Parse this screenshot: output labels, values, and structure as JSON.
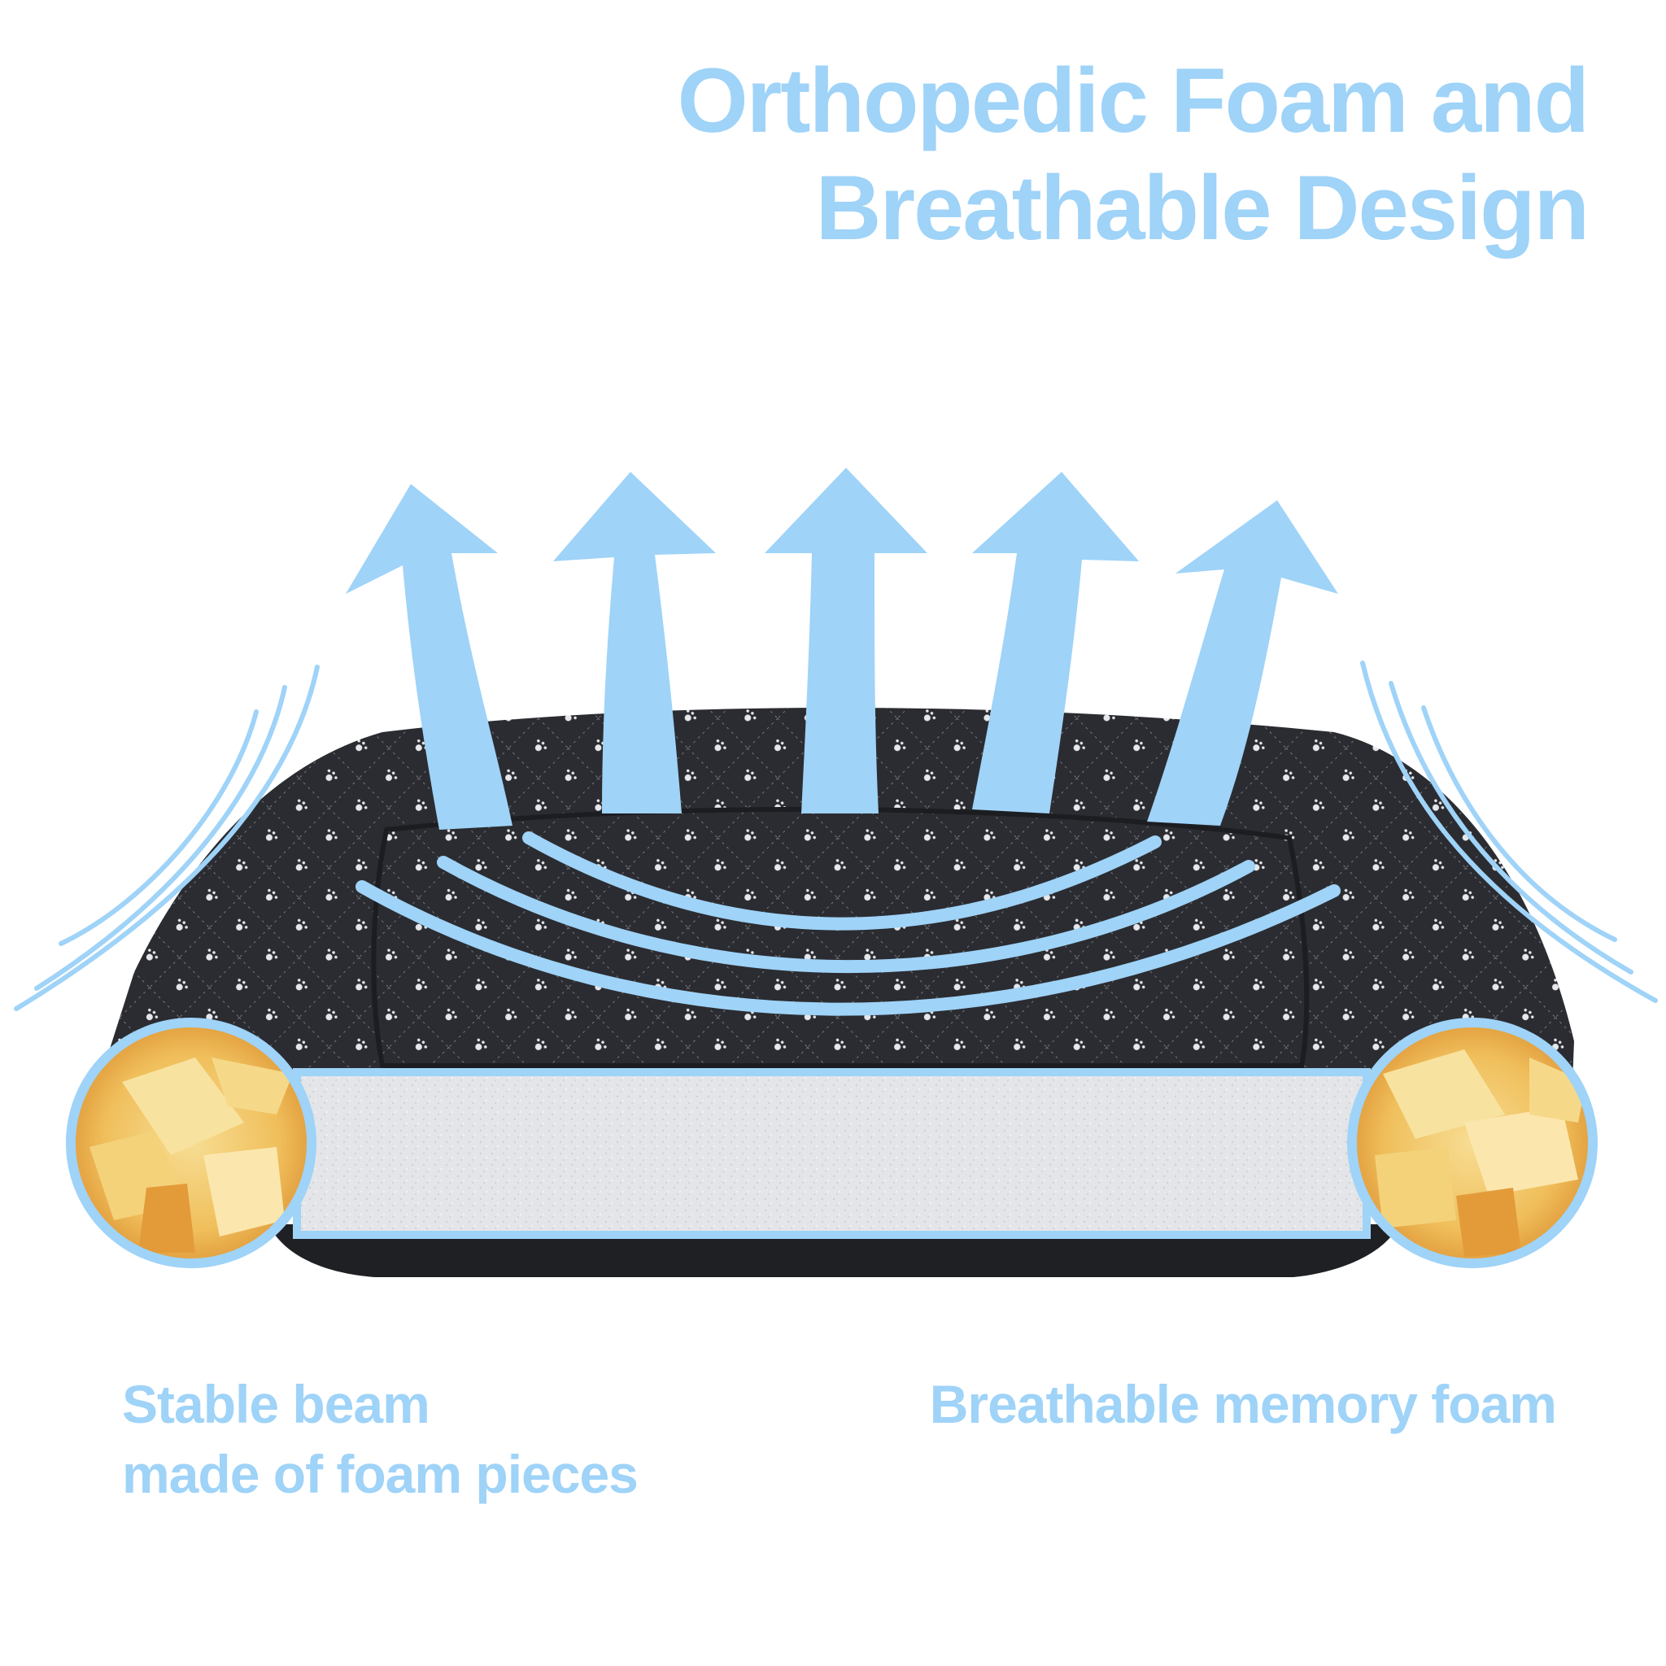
{
  "headline": {
    "line1": "Orthopedic Foam and",
    "line2": "Breathable Design"
  },
  "captions": {
    "left": {
      "line1": "Stable beam",
      "line2": "made of foam pieces"
    },
    "right": {
      "line1": "Breathable memory foam"
    }
  },
  "colors": {
    "accent": "#9fd3f8",
    "bed_fabric": "#2b2c31",
    "foam_core": "#e6e7ea",
    "foam_pieces": "#f3c96a"
  },
  "icons": [
    "airflow-arrow-icon",
    "airflow-arc-icon",
    "side-airflow-lines-icon",
    "foam-detail-circle-icon"
  ]
}
